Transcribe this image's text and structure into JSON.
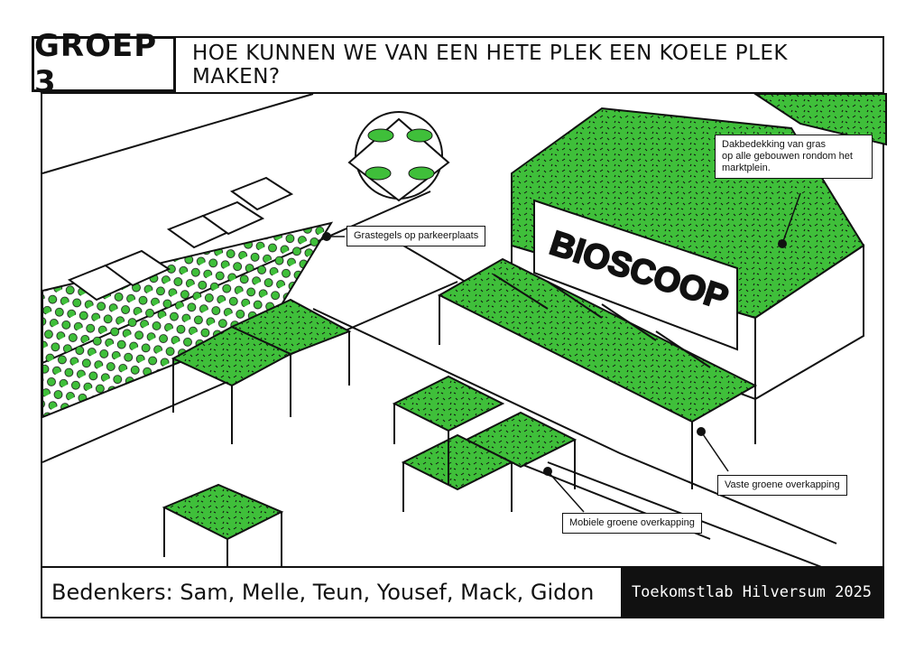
{
  "header": {
    "group": "GROEP 3",
    "question": "HOE KUNNEN WE VAN EEN HETE PLEK EEN KOELE PLEK MAKEN?"
  },
  "labels": {
    "roof": "Dakbedekking van gras op alle gebouwen rondom het marktplein.",
    "roof_lines": [
      "Dakbedekking van gras",
      "op alle gebouwen rondom het",
      "marktplein."
    ],
    "parking": "Grastegels op parkeerplaats",
    "fixed_canopy": "Vaste groene overkapping",
    "mobile_canopy": "Mobiele groene overkapping"
  },
  "building_sign": "BIOSCOOP",
  "footer": {
    "credits": "Bedenkers: Sam, Melle, Teun, Yousef, Mack, Gidon",
    "lab": "Toekomstlab Hilversum 2025"
  },
  "colors": {
    "green": "#3fbf3a",
    "ink": "#111111"
  }
}
